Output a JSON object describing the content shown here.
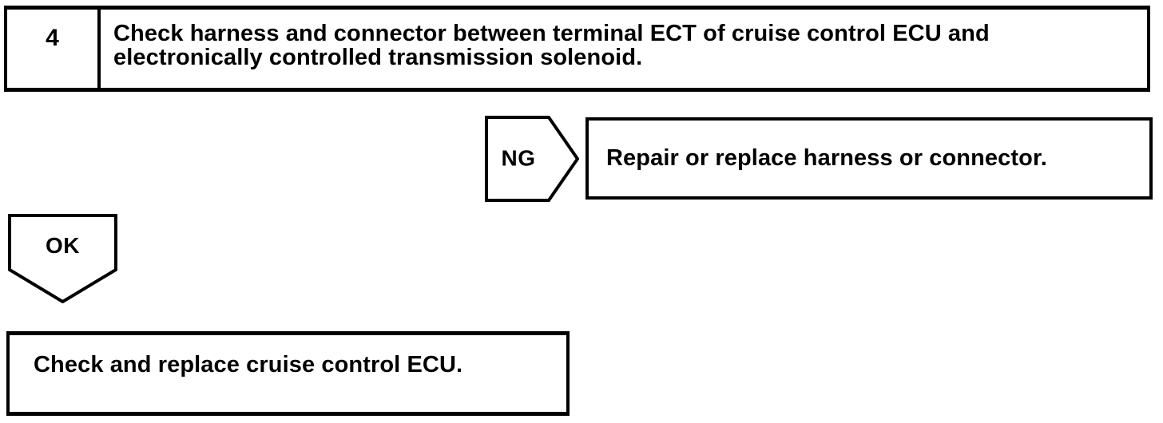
{
  "document": {
    "background_color": "#ffffff",
    "ink_color": "#000000"
  },
  "flowchart": {
    "step_box": {
      "number": "4",
      "instruction": "Check harness and connector between terminal ECT of cruise control ECU and electronically controlled transmission solenoid."
    },
    "ng_branch": {
      "connector_label": "NG",
      "action": "Repair or replace harness or connector."
    },
    "ok_branch": {
      "connector_label": "OK"
    },
    "result_box": {
      "text": "Check and replace cruise control ECU."
    }
  }
}
